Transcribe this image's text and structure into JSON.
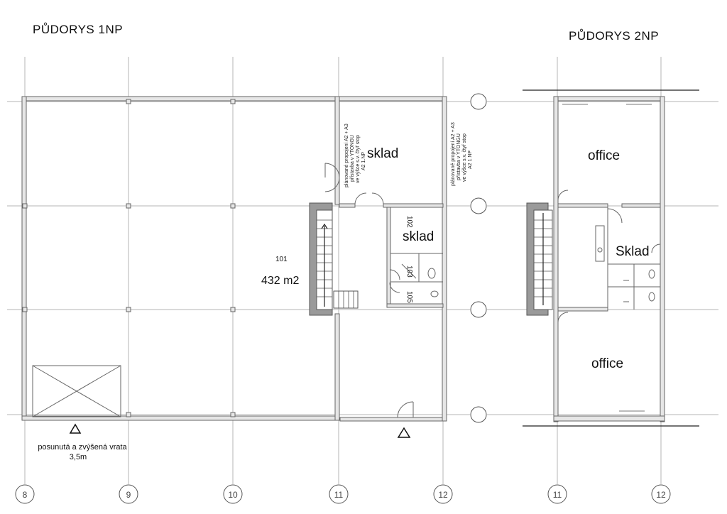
{
  "titles": {
    "floor1": "PŮDORYS 1NP",
    "floor2": "PŮDORYS 2NP"
  },
  "rooms": {
    "main_number": "101",
    "main_area": "432 m2",
    "storage_top": "sklad",
    "storage_102_number": "102",
    "storage_102": "sklad",
    "wc_103": "103",
    "wc_105": "105",
    "office_top": "office",
    "storage_2np": "Sklad",
    "office_bottom": "office"
  },
  "notes": {
    "partition_left": [
      "plánované propojení A2 + A3",
      "přístavba v YTONGU",
      "ve výšce s.v. čtyř stop",
      "A2 1.NP"
    ],
    "partition_right": [
      "plánované propojení A2 + A3",
      "přístavba v YTONGU",
      "ve výšce s.v. čtyř stop",
      "A2 1.NP"
    ],
    "gate_caption_line1": "posunutá a zvýšená vrata",
    "gate_caption_line2": "3,5m"
  },
  "axes": {
    "bottom_1np": [
      "8",
      "9",
      "10",
      "11",
      "12"
    ],
    "bottom_2np": [
      "11",
      "12"
    ]
  }
}
